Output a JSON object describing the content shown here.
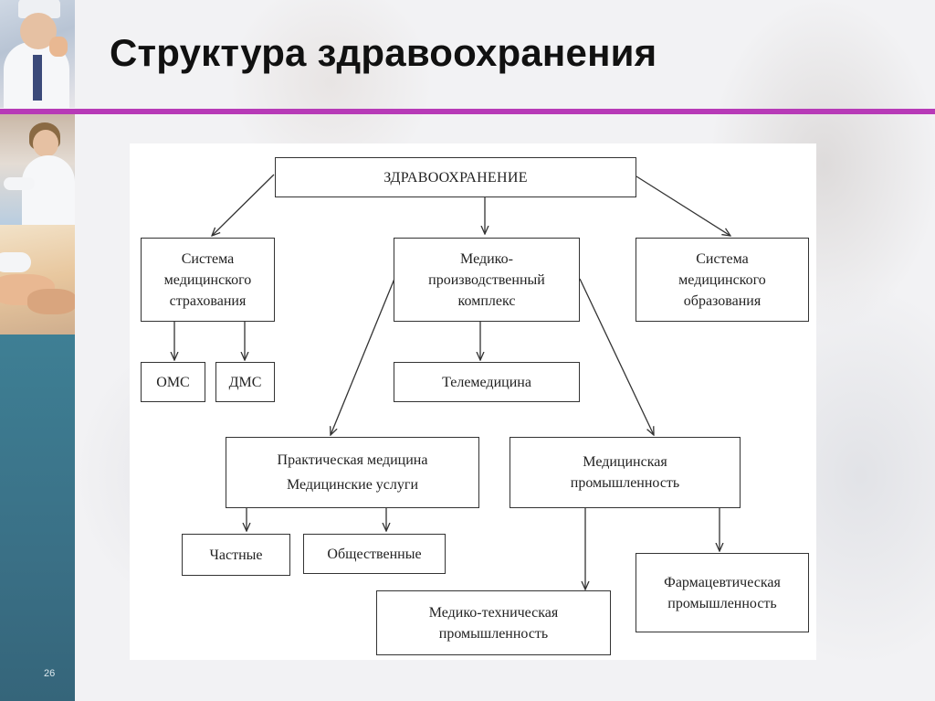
{
  "slide": {
    "title": "Структура здравоохранения",
    "number": "26",
    "accent_color": "#b73ab7",
    "sidebar_color": "#3e7f94"
  },
  "diagram": {
    "root": "ЗДРАВООХРАНЕНИЕ",
    "insurance": {
      "line1": "Система",
      "line2": "медицинского",
      "line3": "страхования"
    },
    "oms": "ОМС",
    "dms": "ДМС",
    "complex": {
      "line1": "Медико-",
      "line2": "производственный",
      "line3": "комплекс"
    },
    "telemedicine": "Телемедицина",
    "education": {
      "line1": "Система",
      "line2": "медицинского",
      "line3": "образования"
    },
    "practice": {
      "line1": "Практическая медицина",
      "line2": "Медицинские услуги"
    },
    "private": "Частные",
    "public": "Общественные",
    "industry": {
      "line1": "Медицинская",
      "line2": "промышленность"
    },
    "medtech": {
      "line1": "Медико-техническая",
      "line2": "промышленность"
    },
    "pharma": {
      "line1": "Фармацевтическая",
      "line2": "промышленность"
    }
  }
}
